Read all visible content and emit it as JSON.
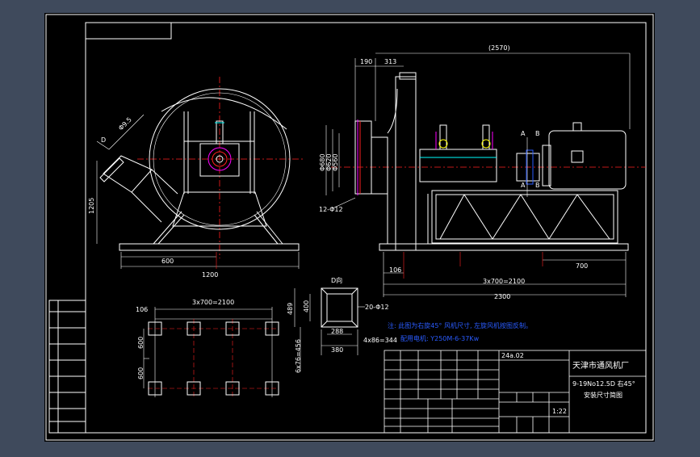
{
  "colors": {
    "workspace": "#3f4a5c",
    "paper": "#000000",
    "line_white": "#ffffff",
    "line_blue": "#2a5cff",
    "line_red": "#ff2020",
    "line_magenta": "#ff00ff",
    "line_yellow": "#ffff00",
    "line_cyan": "#00ffff"
  },
  "dimensions": {
    "d_label": "D",
    "r_895": "Φ9.5",
    "h_1205": "1205",
    "w_600_front": "600",
    "w_1200": "1200",
    "top_2570": "(2570)",
    "top_190": "190",
    "top_313": "313",
    "phi_680": "Φ680",
    "phi_620": "Φ620",
    "phi_560": "Φ560",
    "holes_12": "12-Φ12",
    "a_top": "A",
    "b_top": "B",
    "a_bottom": "A",
    "b_bottom": "B",
    "d_106": "106",
    "d_700": "700",
    "d_3x700": "3x700=2100",
    "d_2300": "2300",
    "plan_3x700": "3x700=2100",
    "plan_106": "106",
    "plan_600a": "600",
    "plan_600b": "600",
    "dview_title": "D向",
    "dview_489": "489",
    "dview_400": "400",
    "dview_288": "288",
    "dview_380": "380",
    "dview_holes": "20-Φ12",
    "dview_4x86": "4x86=344",
    "dview_6x76": "6x76=456"
  },
  "notes": {
    "line1": "注: 此图为右旋45° 风机尺寸, 左旋风机按图反制。",
    "line2": "配用电机: Y250M-6-37Kw"
  },
  "title_block": {
    "drawing_no": "24a.02",
    "company": "天津市通风机厂",
    "product": "9-19No12.5D 右45°",
    "drawing_name": "安装尺寸简图",
    "scale": "1:22"
  },
  "side_table": {
    "rows": [
      "",
      "",
      "",
      "",
      "",
      "",
      ""
    ]
  }
}
